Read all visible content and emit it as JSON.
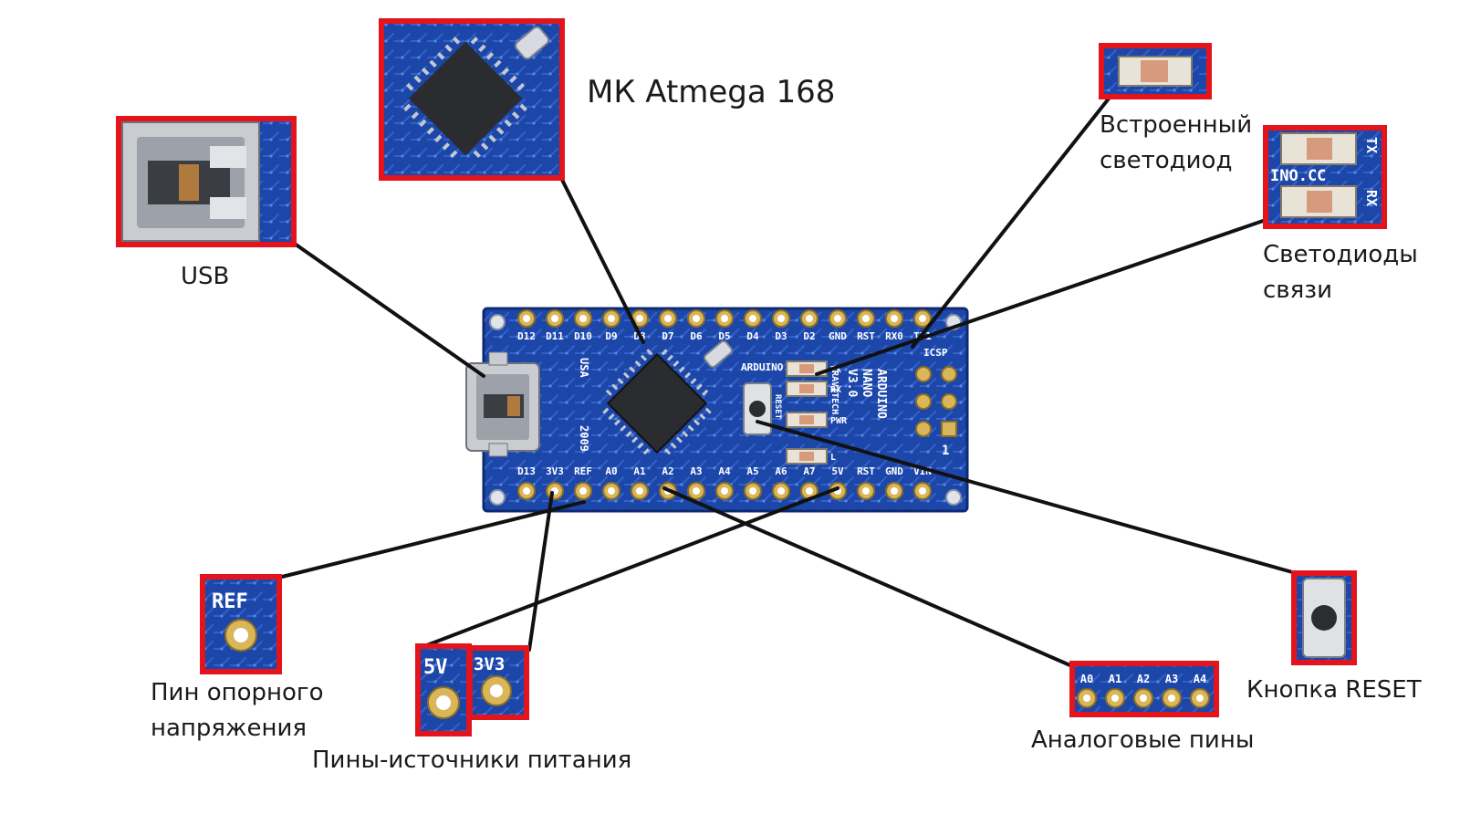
{
  "labels": {
    "mcu": "МК Atmega 168",
    "usb": "USB",
    "builtin_led_line1": "Встроенный",
    "builtin_led_line2": "светодиод",
    "comm_leds_line1": "Светодиоды",
    "comm_leds_line2": "связи",
    "aref_line1": "Пин опорного",
    "aref_line2": "напряжения",
    "power_pins": "Пины-источники питания",
    "analog_pins": "Аналоговые пины",
    "reset_button": "Кнопка RESET"
  },
  "board": {
    "top_pins": [
      "D12",
      "D11",
      "D10",
      "D9",
      "D8",
      "D7",
      "D6",
      "D5",
      "D4",
      "D3",
      "D2",
      "GND",
      "RST",
      "RX0",
      "TX1"
    ],
    "bottom_pins": [
      "D13",
      "3V3",
      "REF",
      "A0",
      "A1",
      "A2",
      "A3",
      "A4",
      "A5",
      "A6",
      "A7",
      "5V",
      "RST",
      "GND",
      "VIN"
    ],
    "brand": "ARDUINO.CC",
    "name_lines": [
      "ARDUINO",
      "NANO",
      "V3.0"
    ],
    "maker": "GRAVITECH",
    "made_in": "USA",
    "year": "2009",
    "led_labels": [
      "TX",
      "RX",
      "PWR",
      "L"
    ],
    "reset_label": "RESET",
    "icsp_label": "ICSP",
    "pin1_label": "1"
  },
  "zooms": {
    "comm_leds": {
      "brand": "INO.CC",
      "tx": "TX",
      "rx": "RX"
    },
    "aref": {
      "text": "REF"
    },
    "power_5v": {
      "text": "5V"
    },
    "power_3v3": {
      "text": "3V3"
    },
    "analog": {
      "pins": [
        "A0",
        "A1",
        "A2",
        "A3",
        "A4"
      ]
    }
  },
  "colors": {
    "highlight": "#e3141b",
    "pcb": "#1c46a8",
    "pcb_dark": "#0f2f80",
    "leader": "#111111"
  }
}
